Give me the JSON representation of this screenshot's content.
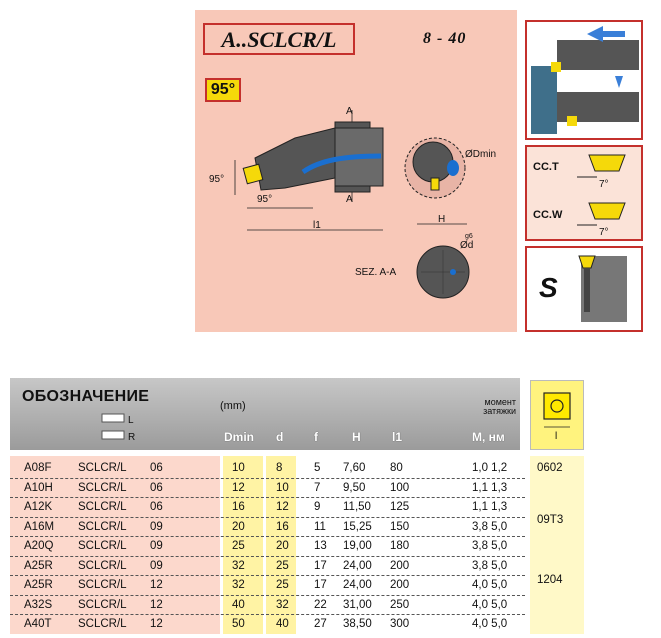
{
  "header": {
    "title": "A..SCLCR/L",
    "range": "8 -  40",
    "angle_badge": "95°",
    "side_labels": {
      "cc_t": "CC.T",
      "cc_w": "CC.W",
      "s": "S"
    },
    "drawing_labels": {
      "a_top": "A",
      "a_bottom": "A",
      "angle_95_left": "95°",
      "angle_95_bottom": "95°",
      "l1": "l1",
      "dmin": "ØDmin",
      "h": "H",
      "d": "Ød",
      "g6": "g6",
      "section": "SEZ. A-A",
      "angle_7_a": "7°",
      "angle_7_b": "7°"
    }
  },
  "table": {
    "designation_label": "ОБОЗНАЧЕНИЕ",
    "hand_l": "L",
    "hand_r": "R",
    "mm_label": "(mm)",
    "moment_label_1": "момент",
    "moment_label_2": "затяжки",
    "columns": {
      "dmin": "Dmin",
      "d": "d",
      "f": "f",
      "h": "H",
      "l1": "l1",
      "m": "M, нм"
    },
    "rows": [
      {
        "code": "A08F",
        "type": "SCLCR/L",
        "size": "06",
        "dmin": "10",
        "d": "8",
        "f": "5",
        "h": "7,60",
        "l1": "80",
        "m": "1,0  1,2"
      },
      {
        "code": "A10H",
        "type": "SCLCR/L",
        "size": "06",
        "dmin": "12",
        "d": "10",
        "f": "7",
        "h": "9,50",
        "l1": "100",
        "m": "1,1  1,3"
      },
      {
        "code": "A12K",
        "type": "SCLCR/L",
        "size": "06",
        "dmin": "16",
        "d": "12",
        "f": "9",
        "h": "11,50",
        "l1": "125",
        "m": "1,1  1,3"
      },
      {
        "code": "A16M",
        "type": "SCLCR/L",
        "size": "09",
        "dmin": "20",
        "d": "16",
        "f": "11",
        "h": "15,25",
        "l1": "150",
        "m": "3,8  5,0"
      },
      {
        "code": "A20Q",
        "type": "SCLCR/L",
        "size": "09",
        "dmin": "25",
        "d": "20",
        "f": "13",
        "h": "19,00",
        "l1": "180",
        "m": "3,8  5,0"
      },
      {
        "code": "A25R",
        "type": "SCLCR/L",
        "size": "09",
        "dmin": "32",
        "d": "25",
        "f": "17",
        "h": "24,00",
        "l1": "200",
        "m": "3,8  5,0"
      },
      {
        "code": "A25R",
        "type": "SCLCR/L",
        "size": "12",
        "dmin": "32",
        "d": "25",
        "f": "17",
        "h": "24,00",
        "l1": "200",
        "m": "4,0  5,0"
      },
      {
        "code": "A32S",
        "type": "SCLCR/L",
        "size": "12",
        "dmin": "40",
        "d": "32",
        "f": "22",
        "h": "31,00",
        "l1": "250",
        "m": "4,0  5,0"
      },
      {
        "code": "A40T",
        "type": "SCLCR/L",
        "size": "12",
        "dmin": "50",
        "d": "40",
        "f": "27",
        "h": "38,50",
        "l1": "300",
        "m": "4,0  5,0"
      }
    ],
    "insert_codes": [
      "0602",
      "09T3",
      "1204"
    ],
    "insert_head_label": "l"
  },
  "colors": {
    "panel_bg": "#f8c8b8",
    "border_red": "#c4302c",
    "badge_yellow": "#f5d90a",
    "tool_grey": "#555555",
    "coolant_blue": "#1a6fd0",
    "header_grey": "#b0b0b0",
    "row_pink": "#fcd8cc",
    "column_yellow": "#fff3a4"
  }
}
